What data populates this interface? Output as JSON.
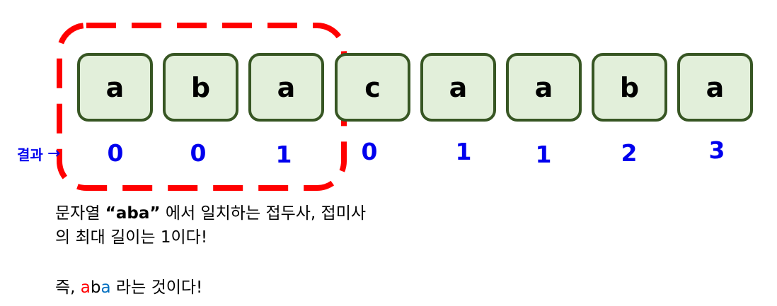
{
  "string_cells": [
    "a",
    "b",
    "a",
    "c",
    "a",
    "a",
    "b",
    "a"
  ],
  "result_values": [
    "0",
    "0",
    "1",
    "0",
    "1",
    "1",
    "2",
    "3"
  ],
  "result_label": "결과",
  "result_arrow": "→",
  "description": {
    "prefix": "문자열 ",
    "quoted": "“aba”",
    "suffix": " 에서 일치하는 접두사, 접미사의 최대 길이는 1이다!"
  },
  "conclusion": {
    "lead": "즉, ",
    "char1": "a",
    "char2": "b",
    "char3": "a",
    "tail": " 라는 것이다!"
  },
  "colors": {
    "cell_fill": "#e2efda",
    "cell_border": "#375623",
    "highlight_dash": "#ff0000",
    "result_text": "#0000ee",
    "char_red": "#ff0000",
    "char_blue": "#0070c0"
  }
}
